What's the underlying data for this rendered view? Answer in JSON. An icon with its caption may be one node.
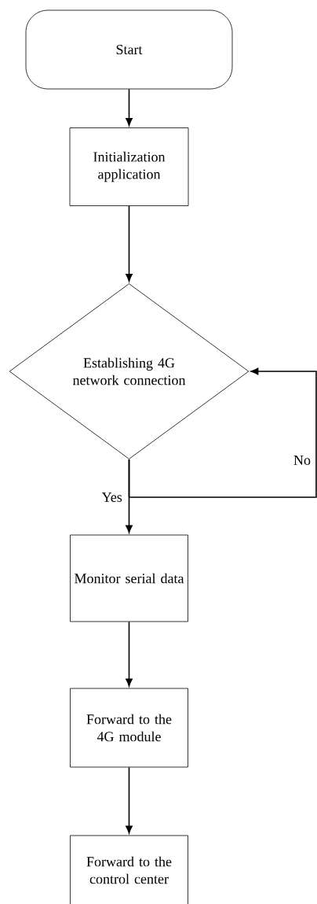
{
  "diagram": {
    "nodes": [
      {
        "text": [
          "Start"
        ]
      },
      {
        "text": [
          "Initialization application"
        ]
      },
      {
        "text": [
          "Establishing 4G network connection"
        ]
      },
      {
        "text": [
          "Monitor serial data"
        ]
      },
      {
        "text": [
          "Forward to the 4G module"
        ]
      },
      {
        "text": [
          "Forward to the control center"
        ]
      }
    ],
    "edges": [
      {
        "from": 0,
        "to": 1,
        "arrow": "to"
      },
      {
        "from": 1,
        "to": 2,
        "arrow": "to"
      },
      {
        "from": 2,
        "to": 3,
        "arrow": "to",
        "label": "Yes"
      },
      {
        "from": 2,
        "to": 2,
        "arrow": "to",
        "label": "No"
      },
      {
        "from": 3,
        "to": 4,
        "arrow": "to"
      },
      {
        "from": 4,
        "to": 5,
        "arrow": "to"
      }
    ]
  }
}
